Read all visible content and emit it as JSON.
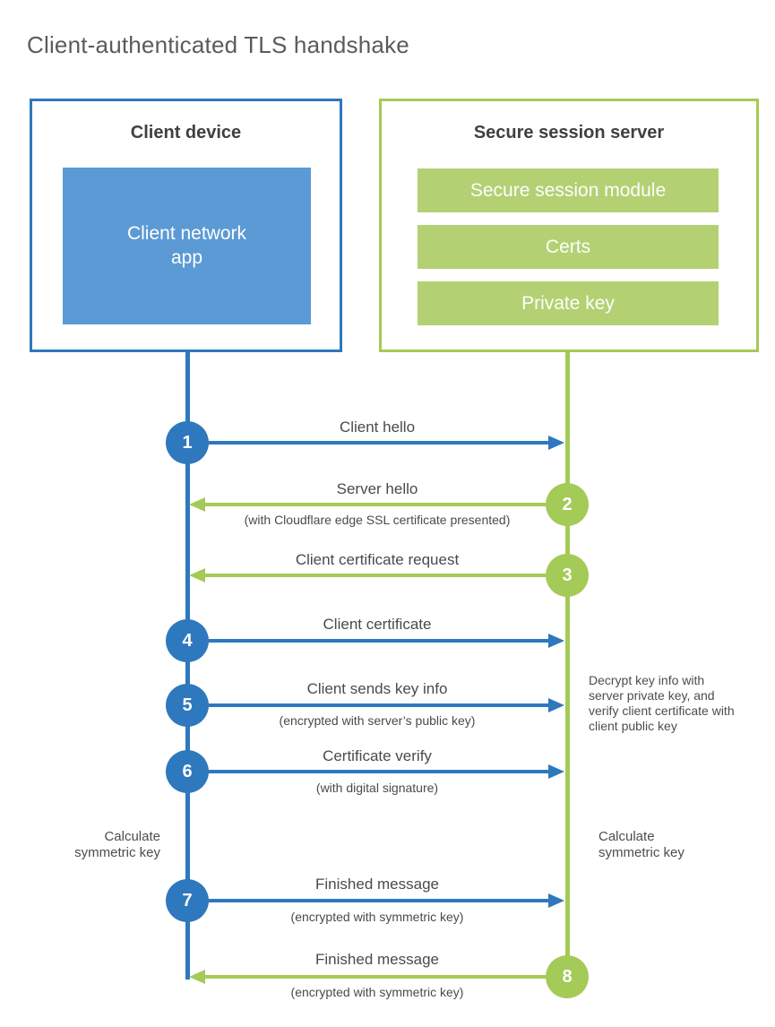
{
  "title": "Client-authenticated TLS handshake",
  "client": {
    "title": "Client device",
    "app_label": "Client network app",
    "color": "#2e78be",
    "fill_color": "#5b9ad5"
  },
  "server": {
    "title": "Secure session server",
    "modules": [
      "Secure session module",
      "Certs",
      "Private key"
    ],
    "color": "#a4ca57",
    "fill_color": "#b3d173"
  },
  "steps": [
    {
      "number": "1",
      "label": "Client hello",
      "direction": "right",
      "actor": "client"
    },
    {
      "number": "2",
      "label": "Server hello",
      "sublabel": "(with Cloudflare edge SSL certificate presented)",
      "direction": "left",
      "actor": "server"
    },
    {
      "number": "3",
      "label": "Client certificate request",
      "direction": "left",
      "actor": "server"
    },
    {
      "number": "4",
      "label": "Client certificate",
      "direction": "right",
      "actor": "client"
    },
    {
      "number": "5",
      "label": "Client sends key info",
      "sublabel": "(encrypted with server’s public key)",
      "direction": "right",
      "actor": "client"
    },
    {
      "number": "6",
      "label": "Certificate verify",
      "sublabel": "(with digital signature)",
      "direction": "right",
      "actor": "client"
    },
    {
      "number": "7",
      "label": "Finished message",
      "sublabel": "(encrypted with symmetric key)",
      "direction": "right",
      "actor": "client"
    },
    {
      "number": "8",
      "label": "Finished message",
      "sublabel": "(encrypted with symmetric key)",
      "direction": "left",
      "actor": "server"
    }
  ],
  "notes": {
    "client_calculate": "Calculate symmetric key",
    "server_calculate": "Calculate symmetric key",
    "server_decrypt": "Decrypt key info with server private key, and verify client certificate with client public key"
  }
}
